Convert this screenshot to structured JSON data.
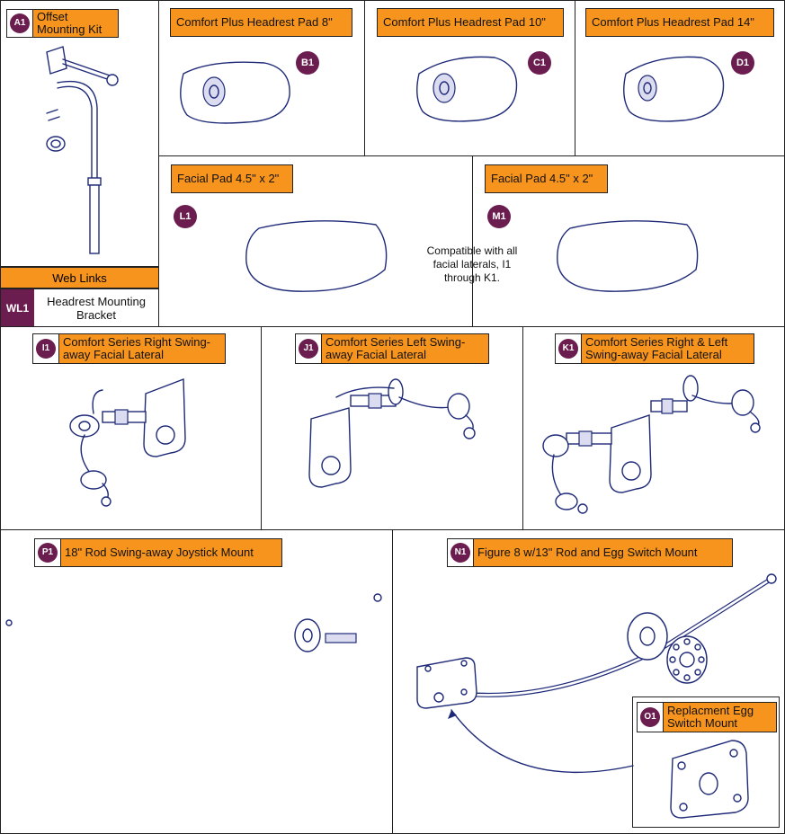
{
  "parts": {
    "a1": {
      "tag": "A1",
      "title": "Offset Mounting Kit"
    },
    "b1": {
      "tag": "B1",
      "title": "Comfort Plus Headrest Pad 8\""
    },
    "c1": {
      "tag": "C1",
      "title": "Comfort Plus Headrest Pad 10\""
    },
    "d1": {
      "tag": "D1",
      "title": "Comfort Plus Headrest Pad 14\""
    },
    "l1": {
      "tag": "L1",
      "title": "Facial Pad 4.5\" x 2\""
    },
    "m1": {
      "tag": "M1",
      "title": "Facial Pad 4.5\" x 2\""
    },
    "i1": {
      "tag": "I1",
      "title": "Comfort Series Right Swing-away Facial Lateral"
    },
    "j1": {
      "tag": "J1",
      "title": "Comfort Series Left Swing-away Facial Lateral"
    },
    "k1": {
      "tag": "K1",
      "title": "Comfort Series Right & Left Swing-away Facial Lateral"
    },
    "p1": {
      "tag": "P1",
      "title": "18\" Rod Swing-away Joystick Mount"
    },
    "n1": {
      "tag": "N1",
      "title": "Figure 8 w/13\" Rod and Egg Switch Mount"
    },
    "o1": {
      "tag": "O1",
      "title": "Replacment Egg Switch Mount"
    }
  },
  "compat_note": "Compatible with all facial laterals, I1 through K1.",
  "web_links": {
    "header": "Web Links",
    "items": [
      {
        "tag": "WL1",
        "label": "Headrest Mounting Bracket"
      }
    ]
  },
  "colors": {
    "accent": "#f7941d",
    "badge": "#6b1d4f",
    "line_art": "#1e2a78"
  }
}
